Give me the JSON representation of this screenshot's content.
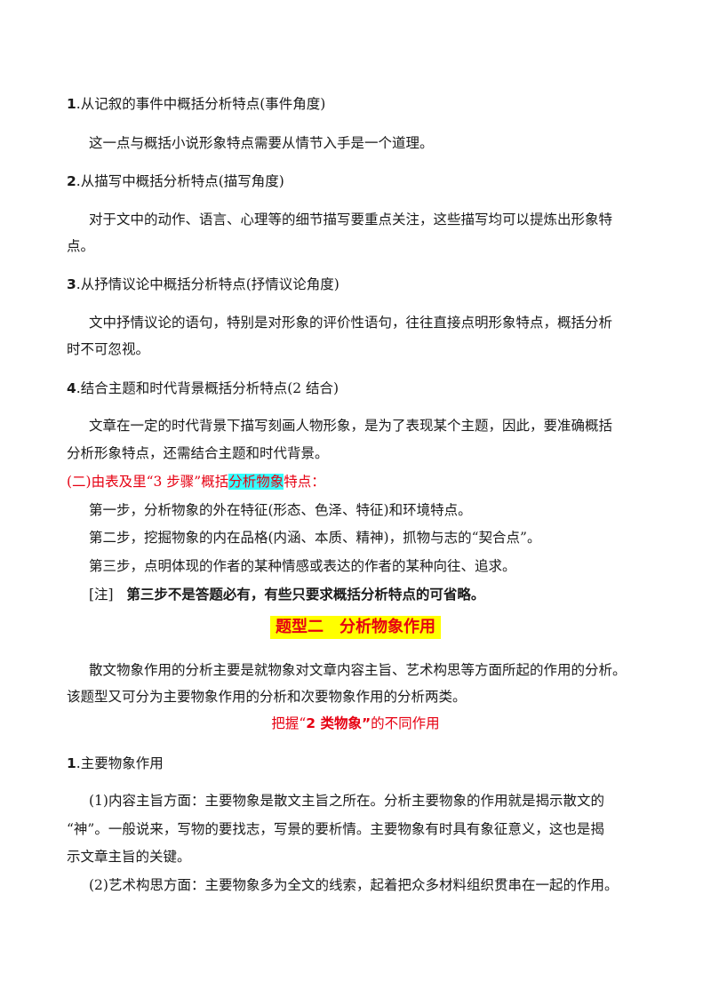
{
  "sections": {
    "h1_num": "1",
    "h1_text": ".从记叙的事件中概括分析特点(事件角度)",
    "p1": "这一点与概括小说形象特点需要从情节入手是一个道理。",
    "h2_num": "2",
    "h2_text": ".从描写中概括分析特点(描写角度)",
    "p2a": "对于文中的动作、语言、心理等的细节描写要重点关注，这些描写均可以提炼出形象特",
    "p2b": "点。",
    "h3_num": "3",
    "h3_text": ".从抒情议论中概括分析特点(抒情议论角度)",
    "p3a": "文中抒情议论的语句，特别是对形象的评价性语句，往往直接点明形象特点，概括分析",
    "p3b": "时不可忽视。",
    "h4_num": "4",
    "h4_text": ".结合主题和时代背景概括分析特点(2 结合)",
    "p4a": "文章在一定的时代背景下描写刻画人物形象，是为了表现某个主题，因此，要准确概括",
    "p4b": "分析形象特点，还需结合主题和时代背景。"
  },
  "steps": {
    "heading_pre": "(二)由表及里“3 步骤”概括",
    "heading_hl": "分析物象",
    "heading_post": "特点：",
    "step1": "第一步，分析物象的外在特征(形态、色泽、特征)和环境特点。",
    "step2": "第二步，挖掘物象的内在品格(内涵、本质、精神)，抓物与志的“契合点”。",
    "step3": "第三步，点明体现的作者的某种情感或表达的作者的某种向往、追求。",
    "note_tag": "[注]",
    "note_text": "第三步不是答题必有，有些只要求概括分析特点的可省略。"
  },
  "type2": {
    "title": "题型二　分析物象作用",
    "intro_a": "散文物象作用的分析主要是就物象对文章内容主旨、艺术构思等方面所起的作用的分析。",
    "intro_b": "该题型又可分为主要物象作用的分析和次要物象作用的分析两类。",
    "sub_pre": "把握“",
    "sub_bold": "2 类物象”",
    "sub_post": "的不同作用",
    "m_num": "1",
    "m_text": ".主要物象作用",
    "c1a": "(1)内容主旨方面：主要物象是散文主旨之所在。分析主要物象的作用就是揭示散文的",
    "c1b": "“神”。一般说来，写物的要找志，写景的要析情。主要物象有时具有象征意义，这也是揭",
    "c1c": "示文章主旨的关键。",
    "c2": "(2)艺术构思方面：主要物象多为全文的线索，起着把众多材料组织贯串在一起的作用。"
  }
}
